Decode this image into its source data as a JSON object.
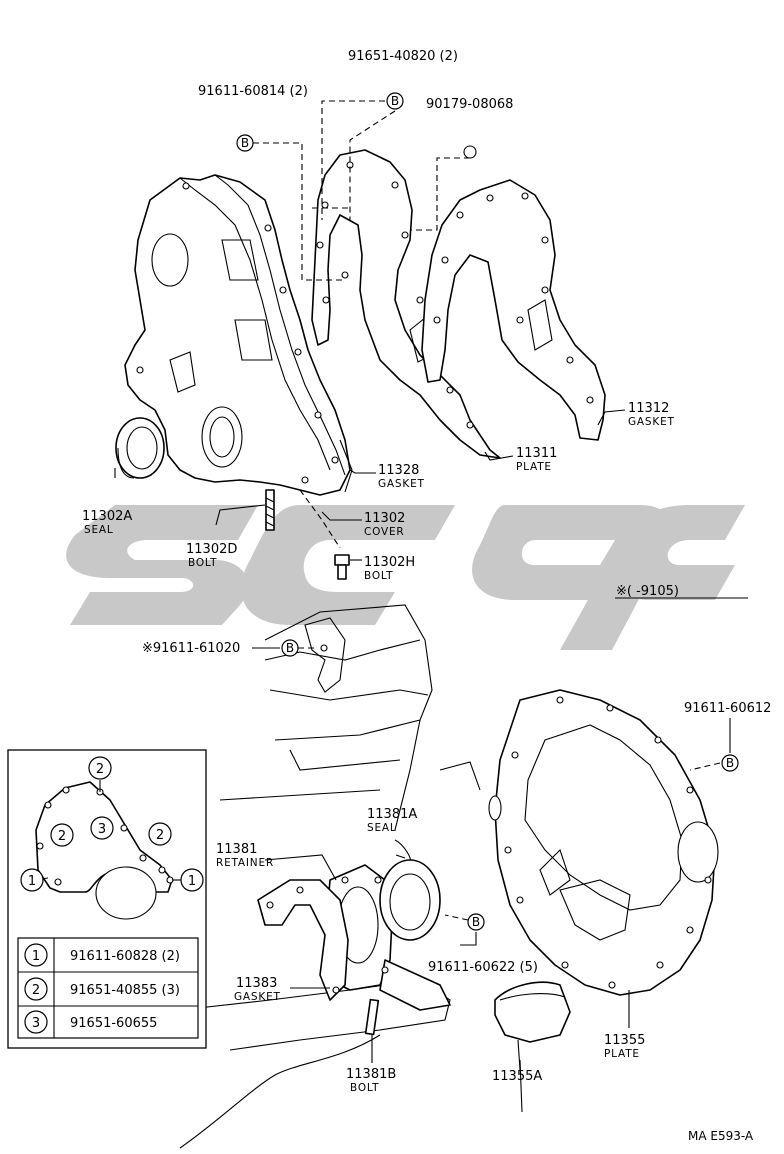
{
  "drawing_code": "MA E593-A",
  "note": "※(        -9105)",
  "callouts": [
    {
      "id": "c-91651-40820",
      "number": "91651-40820 (2)"
    },
    {
      "id": "c-91611-60814",
      "number": "91611-60814 (2)"
    },
    {
      "id": "c-90179-08068",
      "number": "90179-08068"
    },
    {
      "id": "c-11312",
      "number": "11312",
      "name": "GASKET"
    },
    {
      "id": "c-11311",
      "number": "11311",
      "name": "PLATE"
    },
    {
      "id": "c-11328",
      "number": "11328",
      "name": "GASKET"
    },
    {
      "id": "c-11302A",
      "number": "11302A",
      "name": "SEAL"
    },
    {
      "id": "c-11302",
      "number": "11302",
      "name": "COVER"
    },
    {
      "id": "c-11302D",
      "number": "11302D",
      "name": "BOLT"
    },
    {
      "id": "c-11302H",
      "number": "11302H",
      "name": "BOLT"
    },
    {
      "id": "c-91611-61020",
      "number": "※91611-61020"
    },
    {
      "id": "c-91611-60612",
      "number": "91611-60612"
    },
    {
      "id": "c-11381A",
      "number": "11381A",
      "name": "SEAL"
    },
    {
      "id": "c-11381",
      "number": "11381",
      "name": "RETAINER"
    },
    {
      "id": "c-91611-60622",
      "number": "91611-60622 (5)"
    },
    {
      "id": "c-11383",
      "number": "11383",
      "name": "GASKET"
    },
    {
      "id": "c-11381B",
      "number": "11381B",
      "name": "BOLT"
    },
    {
      "id": "c-11355A",
      "number": "11355A"
    },
    {
      "id": "c-11355",
      "number": "11355",
      "name": "PLATE"
    }
  ],
  "bolt_marker": "B",
  "inset": {
    "markers": [
      "1",
      "2",
      "3"
    ],
    "legend": [
      {
        "key": "1",
        "part": "91611-60828 (2)"
      },
      {
        "key": "2",
        "part": "91651-40855 (3)"
      },
      {
        "key": "3",
        "part": "91651-60655"
      }
    ]
  },
  "colors": {
    "line": "#000000",
    "watermark": "#c8c8c8",
    "background": "#ffffff"
  }
}
